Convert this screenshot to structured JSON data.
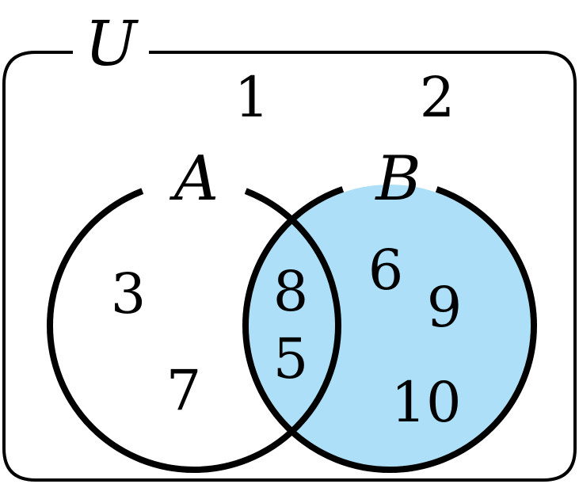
{
  "universe": {
    "label": "U"
  },
  "sets": {
    "A": {
      "label": "A"
    },
    "B": {
      "label": "B"
    }
  },
  "shaded_region": "B",
  "colors": {
    "shade": "#ade0f8",
    "stroke": "#000000",
    "background": "#ffffff"
  },
  "elements": {
    "outside": [
      "1",
      "2"
    ],
    "a_only": [
      "3",
      "7"
    ],
    "a_and_b": [
      "8",
      "5"
    ],
    "b_only": [
      "6",
      "9",
      "10"
    ]
  }
}
